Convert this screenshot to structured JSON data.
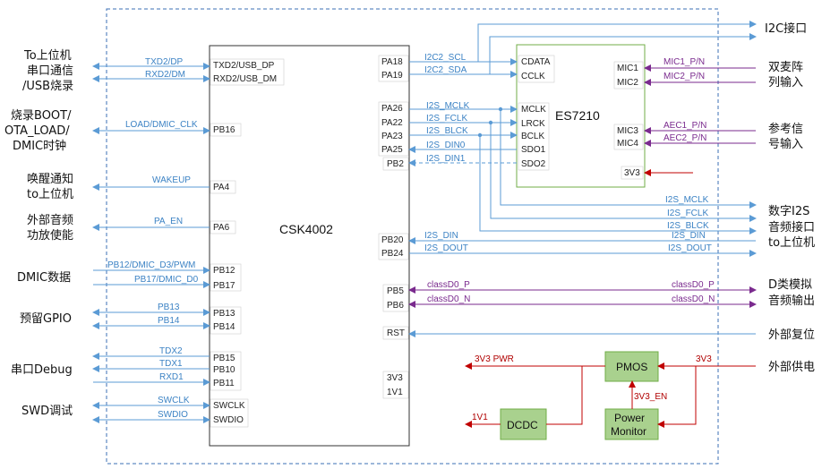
{
  "mcu": {
    "name": "CSK4002",
    "left_pins": [
      "TXD2/USB_DP",
      "RXD2/USB_DM",
      "PB16",
      "PA4",
      "PA6",
      "PB12",
      "PB17",
      "PB13",
      "PB14",
      "PB15",
      "PB10",
      "PB11",
      "SWCLK",
      "SWDIO"
    ],
    "right_pins": [
      "PA18",
      "PA19",
      "PA26",
      "PA22",
      "PA23",
      "PA25",
      "PB2",
      "PB20",
      "PB24",
      "PB5",
      "PB6",
      "RST",
      "3V3",
      "1V1"
    ]
  },
  "codec": {
    "name": "ES7210",
    "left_pins": [
      "CDATA",
      "CCLK",
      "MCLK",
      "LRCK",
      "BCLK",
      "SDO1",
      "SDO2"
    ],
    "right_pins": [
      "MIC1",
      "MIC2",
      "MIC3",
      "MIC4",
      "3V3"
    ]
  },
  "left_signals": [
    "TXD2/DP",
    "RXD2/DM",
    "LOAD/DMIC_CLK",
    "WAKEUP",
    "PA_EN",
    "PB12/DMIC_D3/PWM",
    "PB17/DMIC_D0",
    "PB13",
    "PB14",
    "TDX2",
    "TDX1",
    "RXD1",
    "SWCLK",
    "SWDIO"
  ],
  "left_labels": {
    "usb": [
      "To上位机",
      "串口通信",
      "/USB烧录"
    ],
    "boot": [
      "烧录BOOT/",
      "OTA_LOAD/",
      "DMIC时钟"
    ],
    "wake": [
      "唤醒通知",
      "to上位机"
    ],
    "pa": [
      "外部音频",
      "功放使能"
    ],
    "dmic": "DMIC数据",
    "gpio": "预留GPIO",
    "debug": "串口Debug",
    "swd": "SWD调试"
  },
  "mid_signals": {
    "i2c_scl": "I2C2_SCL",
    "i2c_sda": "I2C2_SDA",
    "i2s_mclk": "I2S_MCLK",
    "i2s_fclk": "I2S_FCLK",
    "i2s_blck": "I2S_BLCK",
    "i2s_din0": "I2S_DIN0",
    "i2s_din1": "I2S_DIN1",
    "i2s_din": "I2S_DIN",
    "i2s_dout": "I2S_DOUT",
    "classd_p": "classD0_P",
    "classd_n": "classD0_N"
  },
  "right_signals": {
    "mic1": "MIC1_P/N",
    "mic2": "MIC2_P/N",
    "aec1": "AEC1_P/N",
    "aec2": "AEC2_P/N",
    "ext_mclk": "I2S_MCLK",
    "ext_fclk": "I2S_FCLK",
    "ext_blck": "I2S_BLCK",
    "ext_din": "I2S_DIN",
    "ext_dout": "I2S_DOUT",
    "classd_p": "classD0_P",
    "classd_n": "classD0_N"
  },
  "right_labels": {
    "i2c": "I2C接口",
    "mic": [
      "双麦阵",
      "列输入"
    ],
    "ref": [
      "参考信",
      "号输入"
    ],
    "i2s": [
      "数字I2S",
      "音频接口",
      "to上位机"
    ],
    "classd": [
      "D类模拟",
      "音频输出"
    ],
    "reset": "外部复位",
    "power": "外部供电"
  },
  "power": {
    "pmos": "PMOS",
    "dcdc": "DCDC",
    "monitor": [
      "Power",
      "Monitor"
    ],
    "net_3v3_pwr": "3V3 PWR",
    "net_3v3": "3V3",
    "net_3v3_en": "3V3_EN",
    "net_1v1": "1V1"
  },
  "colors": {
    "blue": "#5b9bd5",
    "purple": "#7a2a8e",
    "red": "#c00000",
    "green_fill": "#a9d18e",
    "green_border": "#70ad47"
  }
}
